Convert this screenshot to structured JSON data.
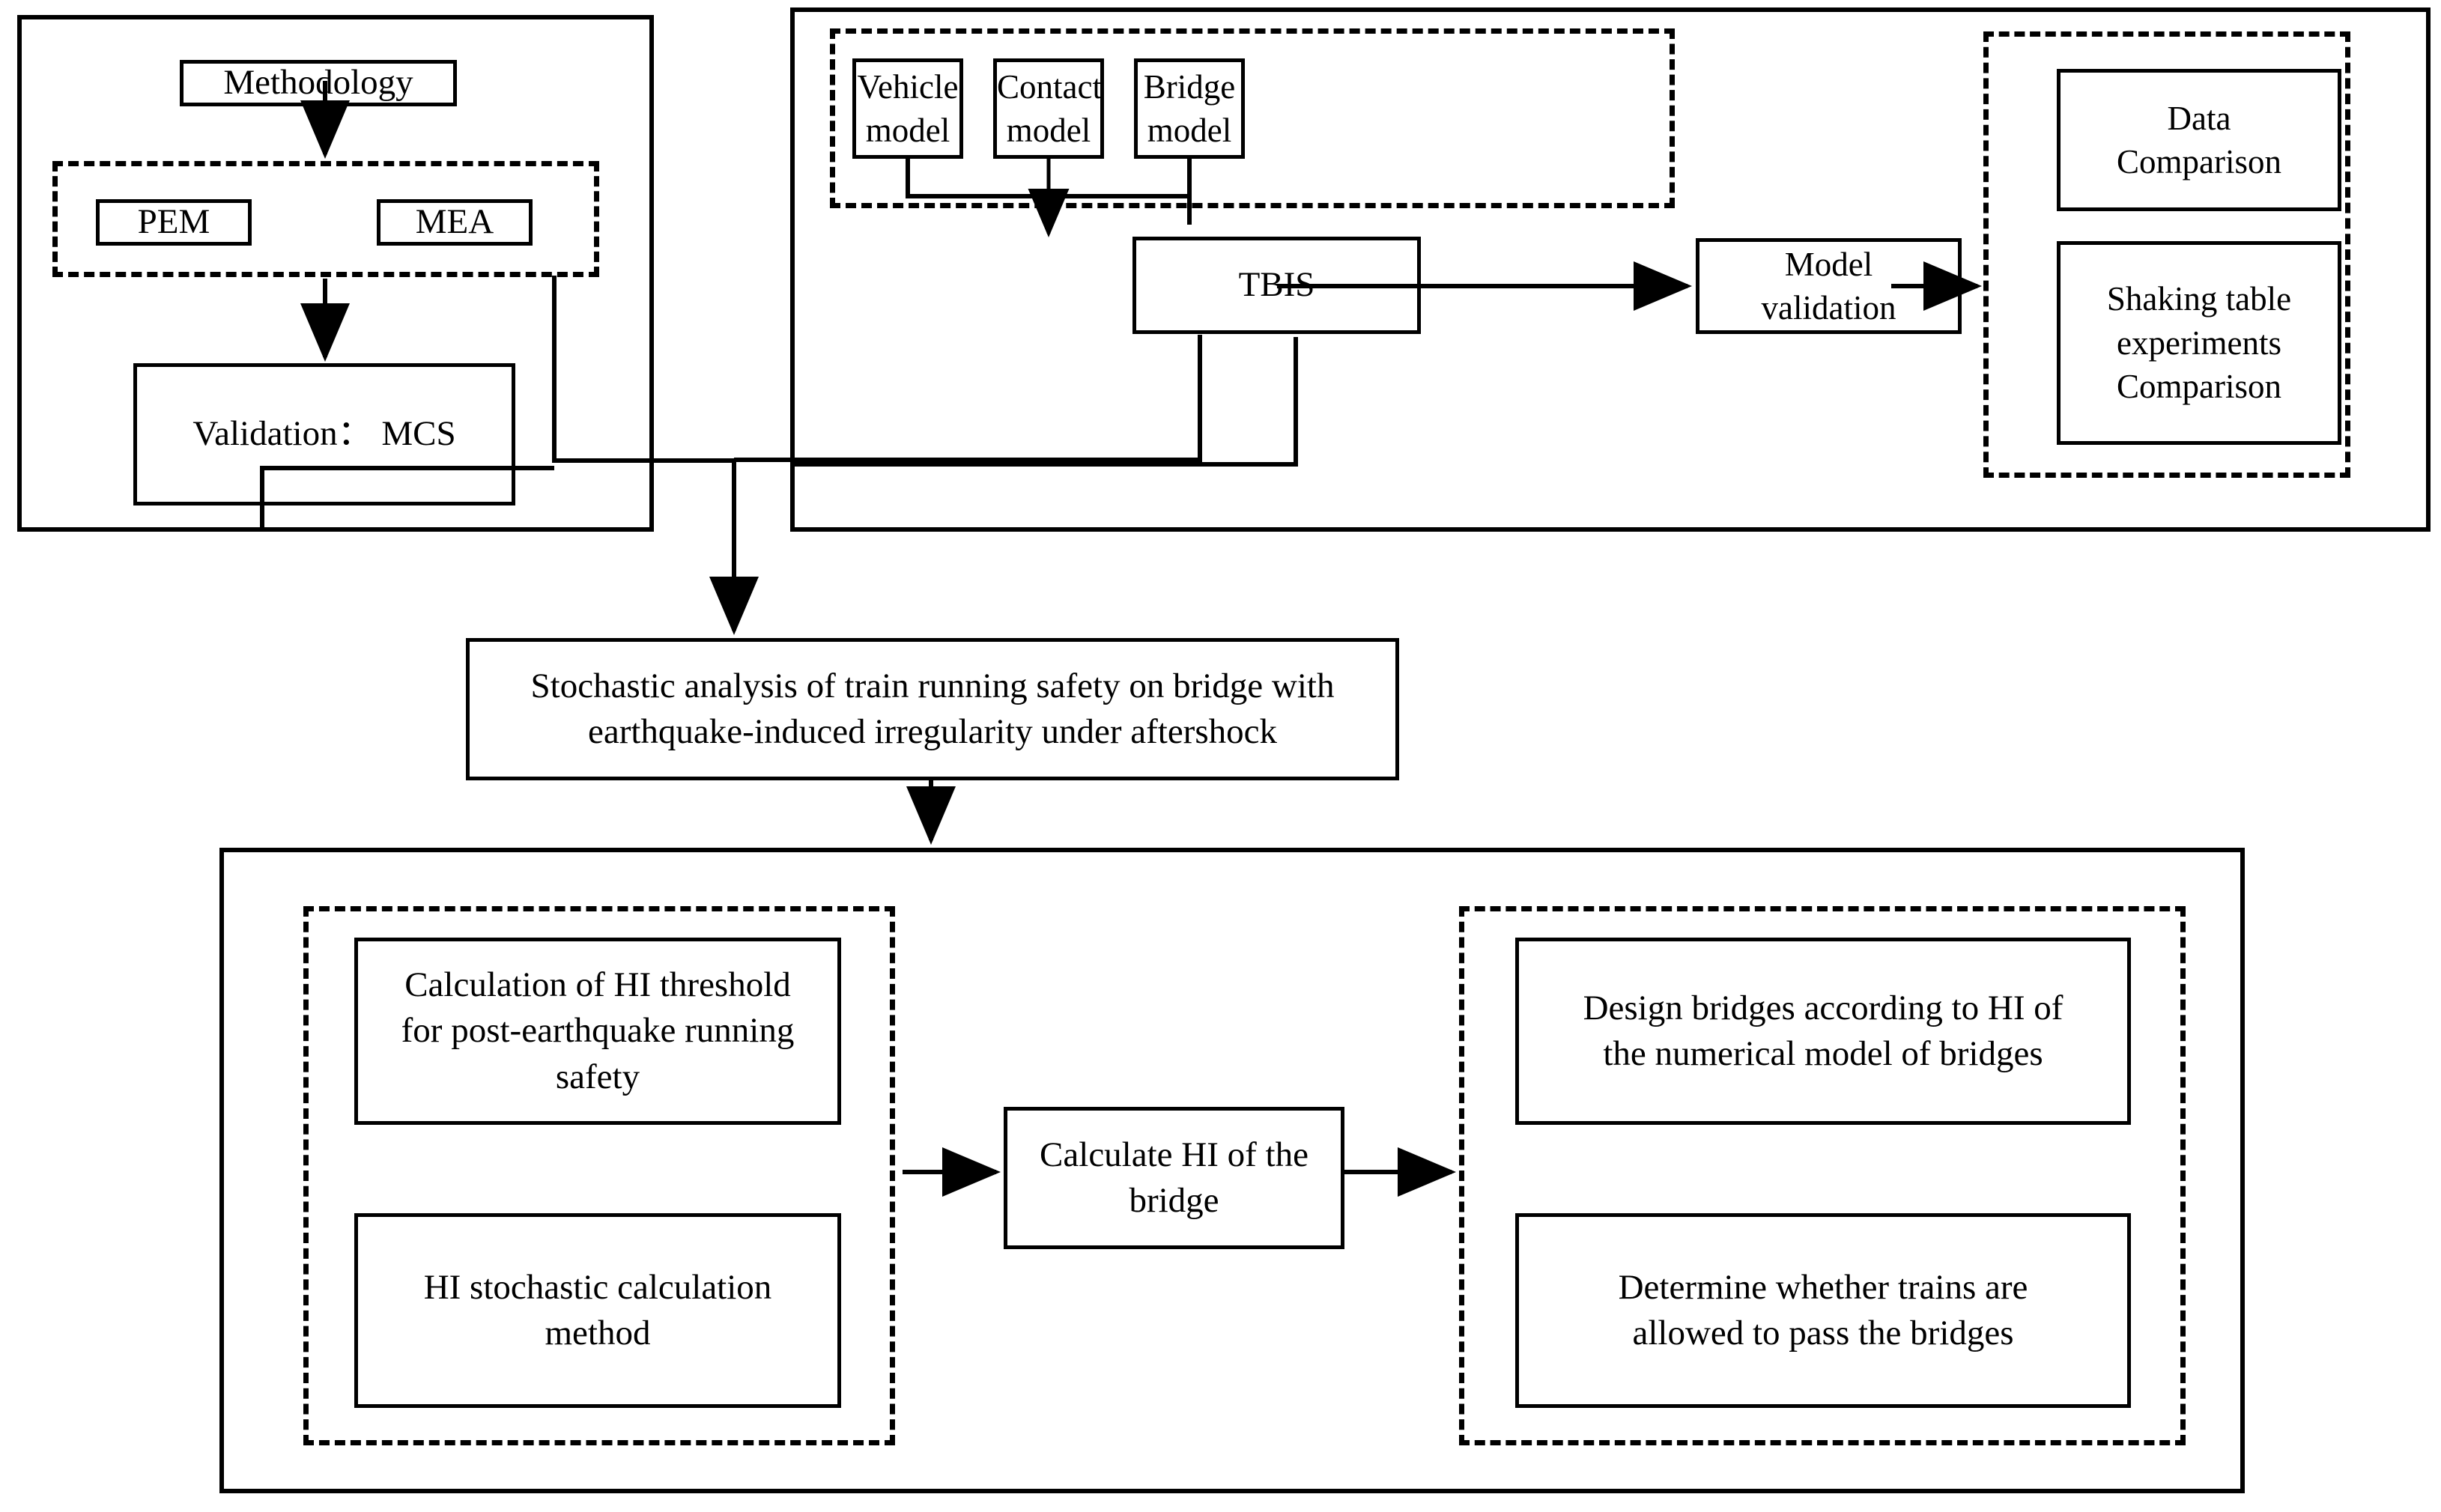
{
  "diagram": {
    "title_semantic": "research-framework-flowchart",
    "line_color": "#000000",
    "background_color": "#ffffff",
    "panels": {
      "methodology_panel": {
        "name": "methodology-panel",
        "nodes": {
          "methodology": "Methodology",
          "pem": "PEM",
          "mea": "MEA",
          "validation_mcs": "Validation： MCS"
        }
      },
      "simulation_panel": {
        "name": "simulation-validation-panel",
        "nodes": {
          "vehicle_model": "Vehicle\nmodel",
          "contact_model": "Contact\nmodel",
          "bridge_model": "Bridge\nmodel",
          "tbis": "TBIS",
          "model_validation": "Model\nvalidation",
          "data_comparison": "Data\nComparison",
          "shaking_table": "Shaking table\nexperiments\nComparison"
        }
      },
      "stochastic_panel": {
        "name": "stochastic-analysis-panel",
        "nodes": {
          "stochastic_analysis": "Stochastic analysis of train running safety on bridge with\nearthquake-induced irregularity under aftershock"
        }
      },
      "application_panel": {
        "name": "hi-application-panel",
        "nodes": {
          "hi_threshold": "Calculation of HI threshold\nfor post-earthquake running\nsafety",
          "hi_method": "HI stochastic calculation\nmethod",
          "calculate_hi": "Calculate HI of the\nbridge",
          "design_bridges": "Design bridges according to  HI of\nthe numerical model of bridges",
          "determine_pass": "Determine whether trains are\nallowed to  pass the bridges"
        }
      }
    },
    "connectors": [
      {
        "name": "methodology-to-methods",
        "from": "methodology",
        "to": "pem-mea-group",
        "style": "arrow"
      },
      {
        "name": "methods-to-validation",
        "from": "pem-mea-group",
        "to": "validation_mcs",
        "style": "arrow"
      },
      {
        "name": "models-to-tbis",
        "from": "model-group",
        "to": "tbis",
        "style": "arrow"
      },
      {
        "name": "tbis-to-model-validation",
        "from": "tbis",
        "to": "model_validation",
        "style": "arrow"
      },
      {
        "name": "model-validation-to-comparison",
        "from": "model_validation",
        "to": "comparison-group",
        "style": "arrow"
      },
      {
        "name": "methods-and-tbis-to-stochastic",
        "from": "merge-bus",
        "to": "stochastic_analysis",
        "style": "arrow"
      },
      {
        "name": "stochastic-to-application",
        "from": "stochastic_analysis",
        "to": "application-panel",
        "style": "arrow"
      },
      {
        "name": "hi-group-to-calculate",
        "from": "hi-group",
        "to": "calculate_hi",
        "style": "arrow"
      },
      {
        "name": "calculate-to-outcomes",
        "from": "calculate_hi",
        "to": "outcome-group",
        "style": "arrow"
      }
    ]
  }
}
